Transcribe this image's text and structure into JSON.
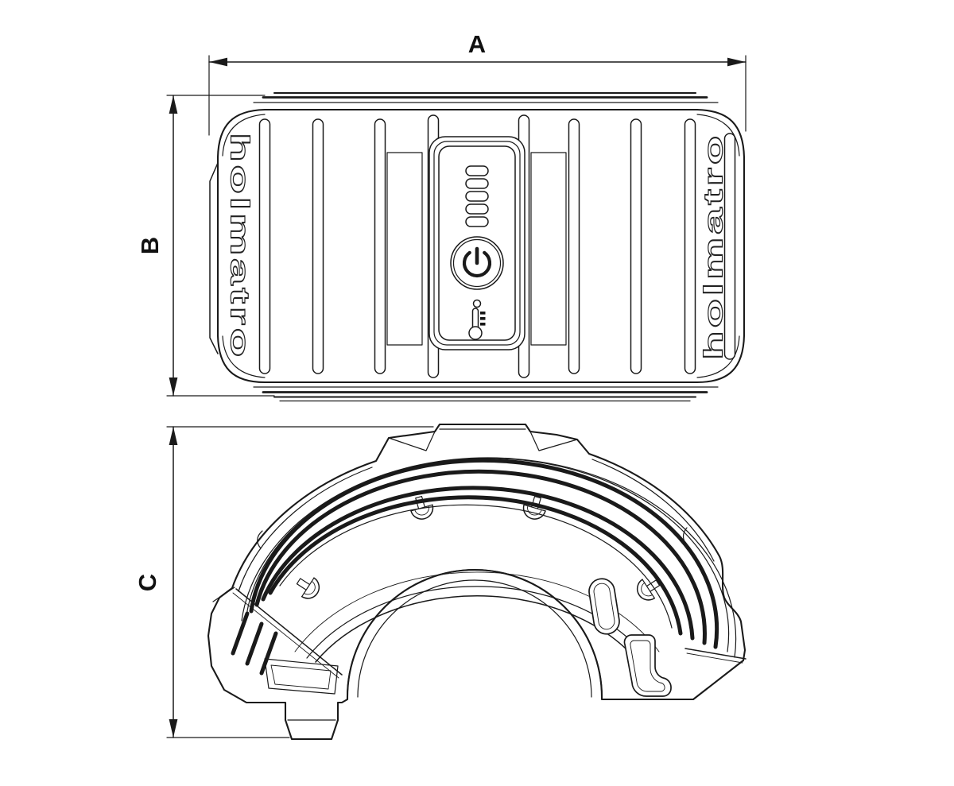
{
  "drawing": {
    "type": "technical-dimension-drawing",
    "background_color": "#ffffff",
    "line_color": "#1a1a1a",
    "brand_left": "holmatro",
    "brand_right": "holmatro",
    "dimensions": {
      "width_label": "A",
      "height_label": "B",
      "side_height_label": "C"
    },
    "views": {
      "top": "battery-pack-top-view",
      "side": "battery-pack-curved-side-profile"
    },
    "control_panel": {
      "led_slot_count": 5,
      "icons": [
        "power-icon",
        "status-dot",
        "thermometer-icon"
      ]
    }
  }
}
